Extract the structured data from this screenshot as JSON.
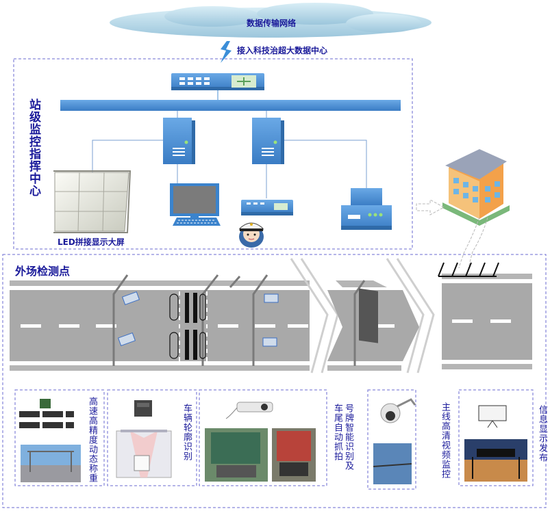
{
  "network": {
    "cloud_label": "数据传输网络",
    "uplink_label": "接入科技治超大数据中心"
  },
  "control_center": {
    "title": "站级监控指挥中心",
    "led_wall_label": "LED拼接显示大屏"
  },
  "field": {
    "title": "外场检测点",
    "modules": [
      {
        "label": "高速高精度动态称重"
      },
      {
        "label": "车辆轮廓识别"
      },
      {
        "label": "号牌智能识别及车尾自动抓拍"
      },
      {
        "label": "主线高清视频监控"
      },
      {
        "label": "信息显示发布"
      }
    ]
  },
  "colors": {
    "accent": "#1a1a9a",
    "device_blue": "#4a8fd4",
    "road_gray": "#a9a9a9",
    "dash_border": "#6a6ad0"
  }
}
